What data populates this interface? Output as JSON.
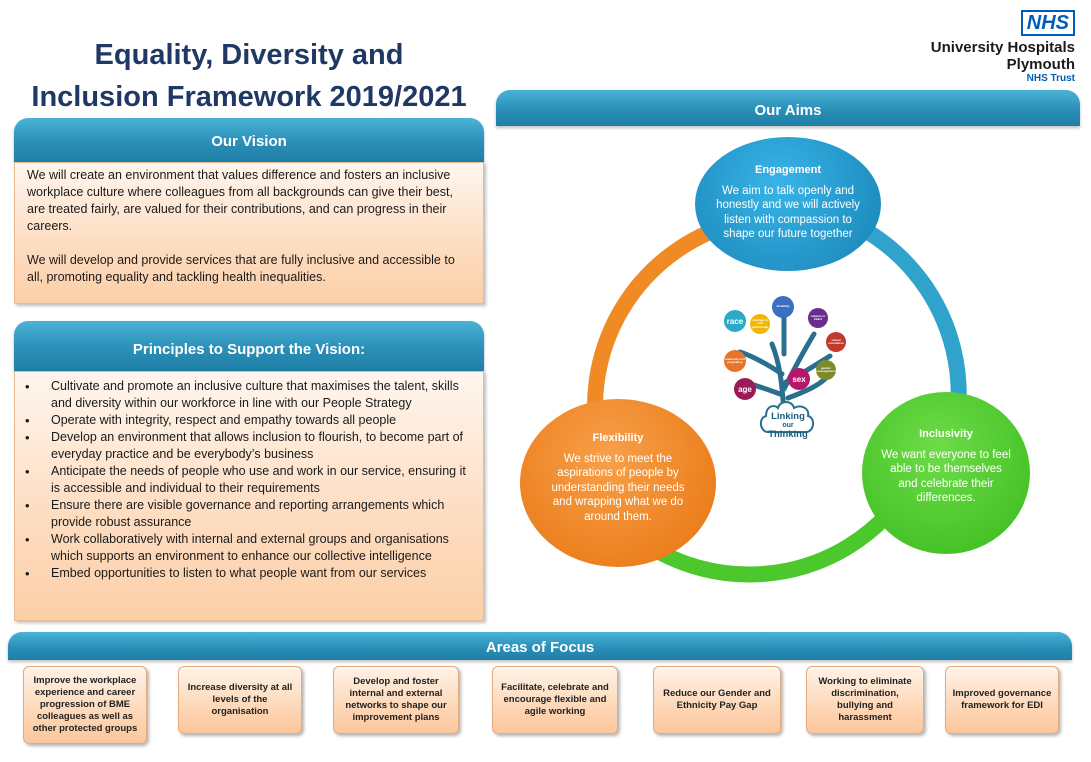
{
  "title": {
    "line1": "Equality, Diversity and",
    "line2": "Inclusion Framework 2019/2021"
  },
  "logo": {
    "nhs": "NHS",
    "line1": "University Hospitals",
    "line2": "Plymouth",
    "line3": "NHS Trust"
  },
  "vision": {
    "heading": "Our Vision",
    "para1": "We will create an environment that values difference and fosters an inclusive workplace culture where colleagues from all backgrounds can give their best, are treated fairly, are valued for their contributions, and can progress in their careers.",
    "para2": "We will develop and provide services that are fully inclusive and accessible to all, promoting equality and tackling health inequalities."
  },
  "principles": {
    "heading": "Principles to Support the Vision:",
    "items": [
      "Cultivate and promote an inclusive culture that maximises the talent, skills and diversity within our workforce in line with our People Strategy",
      "Operate with integrity, respect and empathy towards all people",
      "Develop an environment that allows inclusion to flourish, to become part of everyday practice and be everybody’s business",
      "Anticipate the needs of people who use and work in our service, ensuring it is accessible and individual to their requirements",
      "Ensure there are visible governance and reporting arrangements which provide robust assurance",
      "Work collaboratively with internal and external groups and organisations which supports an environment to enhance our collective intelligence",
      "Embed opportunities to listen to what people want from our services"
    ]
  },
  "aims": {
    "heading": "Our Aims",
    "engagement": {
      "title": "Engagement",
      "text": "We aim to talk openly and honestly  and we will actively listen with compassion to shape our future together"
    },
    "flexibility": {
      "title": "Flexibility",
      "text": "We strive to meet the aspirations of people by understanding their needs and  wrapping what we do around them."
    },
    "inclusivity": {
      "title": "Inclusivity",
      "text": "We want everyone to feel able to be themselves and celebrate their differences."
    },
    "tree": {
      "label_line1": "Linking",
      "label_line2": "our",
      "label_line3": "Thinking",
      "leaves": [
        {
          "label": "race",
          "color": "#2aa9c9"
        },
        {
          "label": "marriage & civil partnership",
          "color": "#f2b705"
        },
        {
          "label": "disability",
          "color": "#3a6fc4"
        },
        {
          "label": "religion or belief",
          "color": "#6a2c91"
        },
        {
          "label": "sexual orientation",
          "color": "#c0392b"
        },
        {
          "label": "gender reassignment",
          "color": "#7c8a2a"
        },
        {
          "label": "sex",
          "color": "#b5176b"
        },
        {
          "label": "age",
          "color": "#9b1b59"
        },
        {
          "label": "maternity and pregnancy",
          "color": "#e8742a"
        }
      ]
    }
  },
  "focus": {
    "heading": "Areas of Focus",
    "items": [
      "Improve the workplace experience and career progression of BME colleagues as well as other protected  groups",
      "Increase diversity at all levels of the organisation",
      "Develop and foster internal and external networks to shape our improvement plans",
      "Facilitate, celebrate and encourage flexible and agile working",
      "Reduce our Gender and Ethnicity Pay Gap",
      "Working to eliminate discrimination,  bullying and harassment",
      "Improved governance framework for EDI"
    ]
  },
  "colors": {
    "title": "#1f3864",
    "header": "#2b8fb8",
    "engagement": "#2a9fd0",
    "flexibility": "#f08a24",
    "inclusivity": "#4cc72c"
  }
}
